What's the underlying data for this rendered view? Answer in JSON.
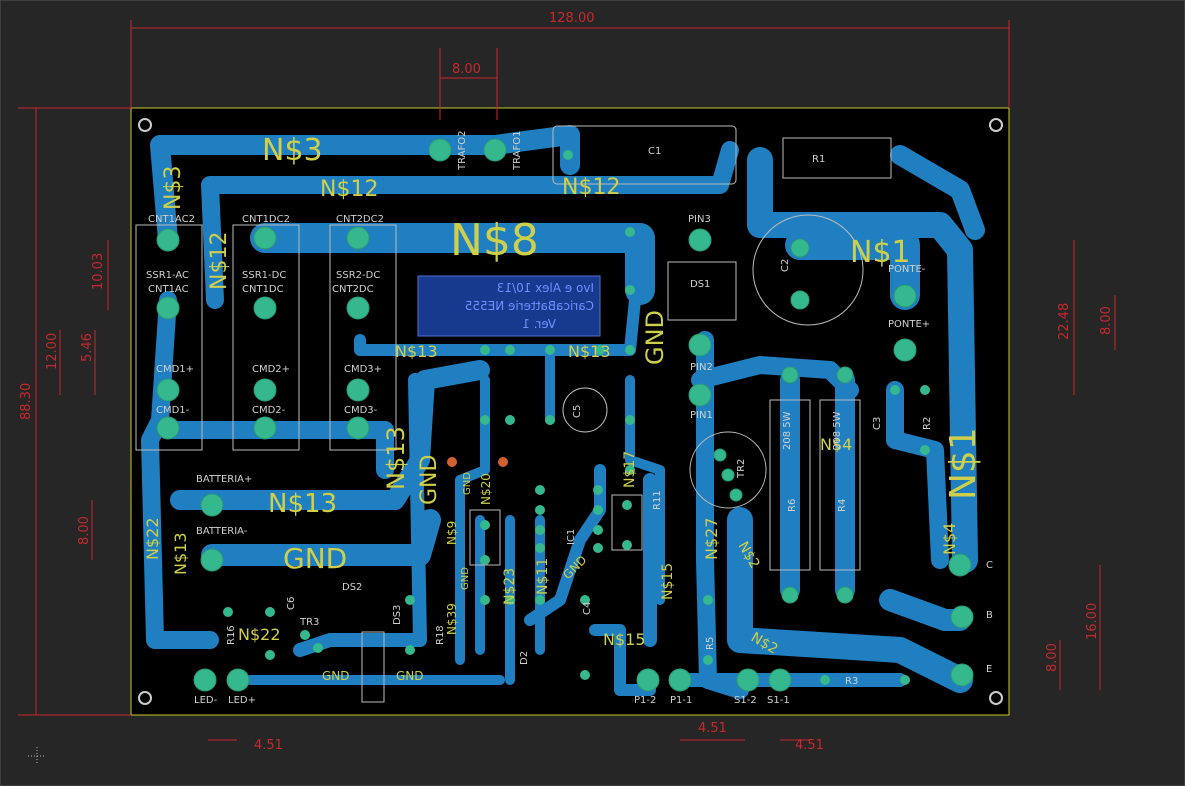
{
  "dimensions": {
    "board_width": "128.00",
    "top_short": "8.00",
    "board_height": "88.30",
    "left_a": "10.03",
    "left_b": "12.00",
    "left_c": "5.46",
    "left_d": "8.00",
    "right_a": "22.48",
    "right_b": "8.00",
    "right_c": "8.00",
    "right_d": "16.00",
    "bottom_a": "4.51",
    "bottom_b": "4.51",
    "bottom_c": "4.51"
  },
  "nets": {
    "n3": "N$3",
    "n3v": "N$3",
    "n12a": "N$12",
    "n12b": "N$12",
    "n12v": "N$12",
    "n8": "N$8",
    "n1a": "N$1",
    "n1b": "N$1",
    "n13a": "N$13",
    "n13b": "N$13",
    "n13c": "N$13",
    "n13v": "N$13",
    "n13l": "N$13",
    "gnd_main": "GND",
    "gnd_v1": "GND",
    "gnd_v2": "GND",
    "gnd_s1": "GND",
    "gnd_s2": "GND",
    "gnd_s3": "GND",
    "gnd_s4": "GND",
    "gnd_s5": "GND",
    "n22a": "N$22",
    "n22b": "N$22",
    "n4a": "N$4",
    "n4b": "N$4",
    "n27": "N$27",
    "n2a": "N$2",
    "n2b": "N$2",
    "n15a": "N$15",
    "n15b": "N$15",
    "n17": "N$17",
    "n9": "N$9",
    "n20": "N$20",
    "n23": "N$23",
    "n11": "N$11",
    "n39": "N$39"
  },
  "labels": {
    "cnt1ac2": "CNT1AC2",
    "cnt1dc2": "CNT1DC2",
    "cnt2dc2": "CNT2DC2",
    "ssr1ac": "SSR1-AC",
    "cnt1ac": "CNT1AC",
    "ssr1dc": "SSR1-DC",
    "cnt1dc": "CNT1DC",
    "ssr2dc": "SSR2-DC",
    "cnt2dc": "CNT2DC",
    "cmd1p": "CMD1+",
    "cmd1m": "CMD1-",
    "cmd2p": "CMD2+",
    "cmd2m": "CMD2-",
    "cmd3p": "CMD3+",
    "cmd3m": "CMD3-",
    "battp": "BATTERIA+",
    "battm": "BATTERIA-",
    "trafo2": "TRAFO2",
    "trafo1": "TRAFO1",
    "c1": "C1",
    "r1": "R1",
    "pin3": "PIN3",
    "pin2": "PIN2",
    "pin1": "PIN1",
    "ds1": "DS1",
    "c2": "C2",
    "pontem": "PONTE-",
    "pontep": "PONTE+",
    "r6": "R6",
    "r4": "R4",
    "r6val": "208 5W",
    "r4val": "208 5W",
    "c3": "C3",
    "r2": "R2",
    "tr2": "TR2",
    "ic1": "IC1",
    "r11": "R11",
    "ds2": "DS2",
    "ds3": "DS3",
    "tr3": "TR3",
    "c6": "C6",
    "r16": "R16",
    "r18": "R18",
    "r3": "R3",
    "r5": "R5",
    "d2": "D2",
    "c4": "C4",
    "c5": "C5",
    "ledm": "LED-",
    "ledp": "LED+",
    "p12": "P1-2",
    "p11": "P1-1",
    "s12": "S1-2",
    "s11": "S1-1",
    "lab_c": "C",
    "lab_b": "B",
    "lab_e": "E",
    "logo1": "Ivo e Alex 10/13",
    "logo2": "CaricaBatterie NE555",
    "logo3": "Ver. 1"
  },
  "colors": {
    "background": "#262626",
    "board": "#000000",
    "copper": "#1f7fc0",
    "pad": "#35b88e",
    "silk": "#d0d0d0",
    "dimension": "#c8282d",
    "net_text": "#cfcf4a"
  }
}
